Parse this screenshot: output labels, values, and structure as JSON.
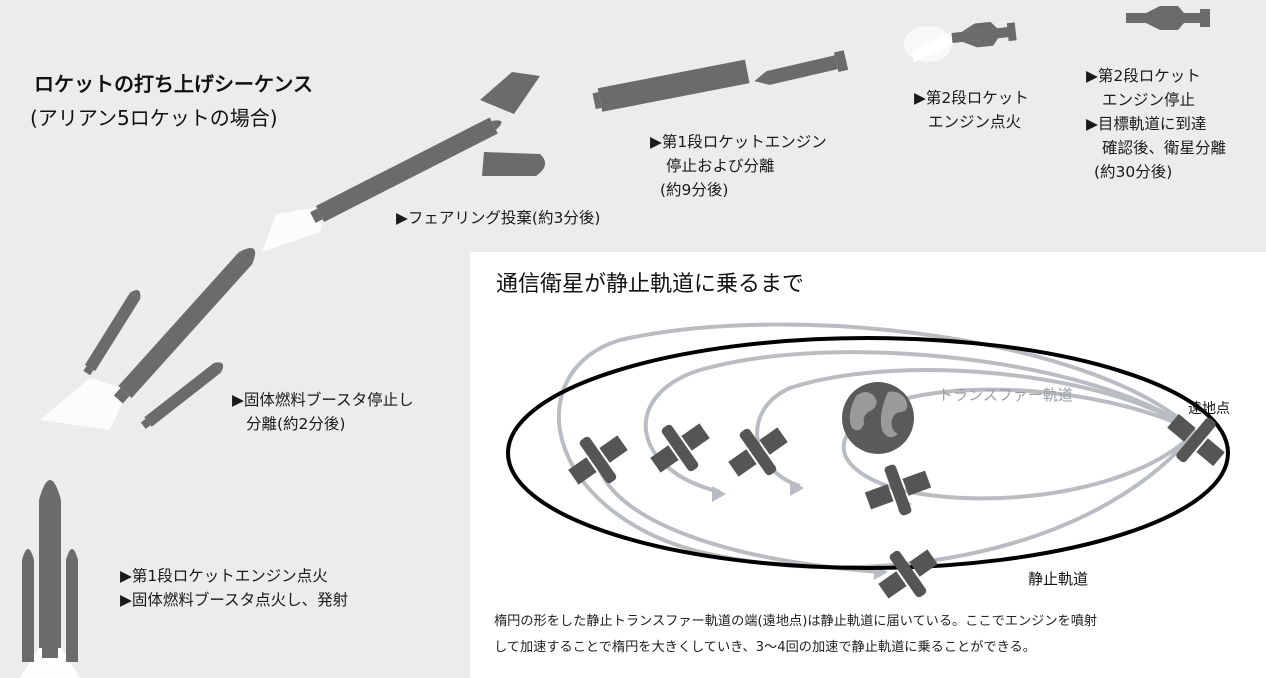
{
  "sequence": {
    "title": "ロケットの打ち上げシーケンス",
    "subtitle": "(アリアン5ロケットの場合)",
    "steps": {
      "launch": [
        "▶第1段ロケットエンジン点火",
        "▶固体燃料ブースタ点火し、発射"
      ],
      "booster_sep": [
        "▶固体燃料ブースタ停止し",
        "分離(約2分後)"
      ],
      "fairing": [
        "▶フェアリング投棄(約3分後)"
      ],
      "stage1_sep": [
        "▶第1段ロケットエンジン",
        "停止および分離",
        "(約9分後)"
      ],
      "stage2_ign": [
        "▶第2段ロケット",
        "エンジン点火"
      ],
      "stage2_stop": [
        "▶第2段ロケット",
        "エンジン停止",
        "▶目標軌道に到達",
        "確認後、衛星分離",
        "(約30分後)"
      ]
    }
  },
  "orbit": {
    "title": "通信衛星が静止軌道に乗るまで",
    "transfer_label": "トランスファー軌道",
    "apogee_label": "遠地点",
    "geo_label": "静止軌道",
    "caption": [
      "楕円の形をした静止トランスファー軌道の端(遠地点)は静止軌道に届いている。ここでエンジンを噴射",
      "して加速することで楕円を大きくしていき、3〜4回の加速で静止軌道に乗ることができる。"
    ]
  },
  "colors": {
    "background": "#ececec",
    "panel": "#ffffff",
    "rocket": "#6b6b6b",
    "orbit_gray": "#b9bdc2",
    "text": "#1a1a1a"
  }
}
